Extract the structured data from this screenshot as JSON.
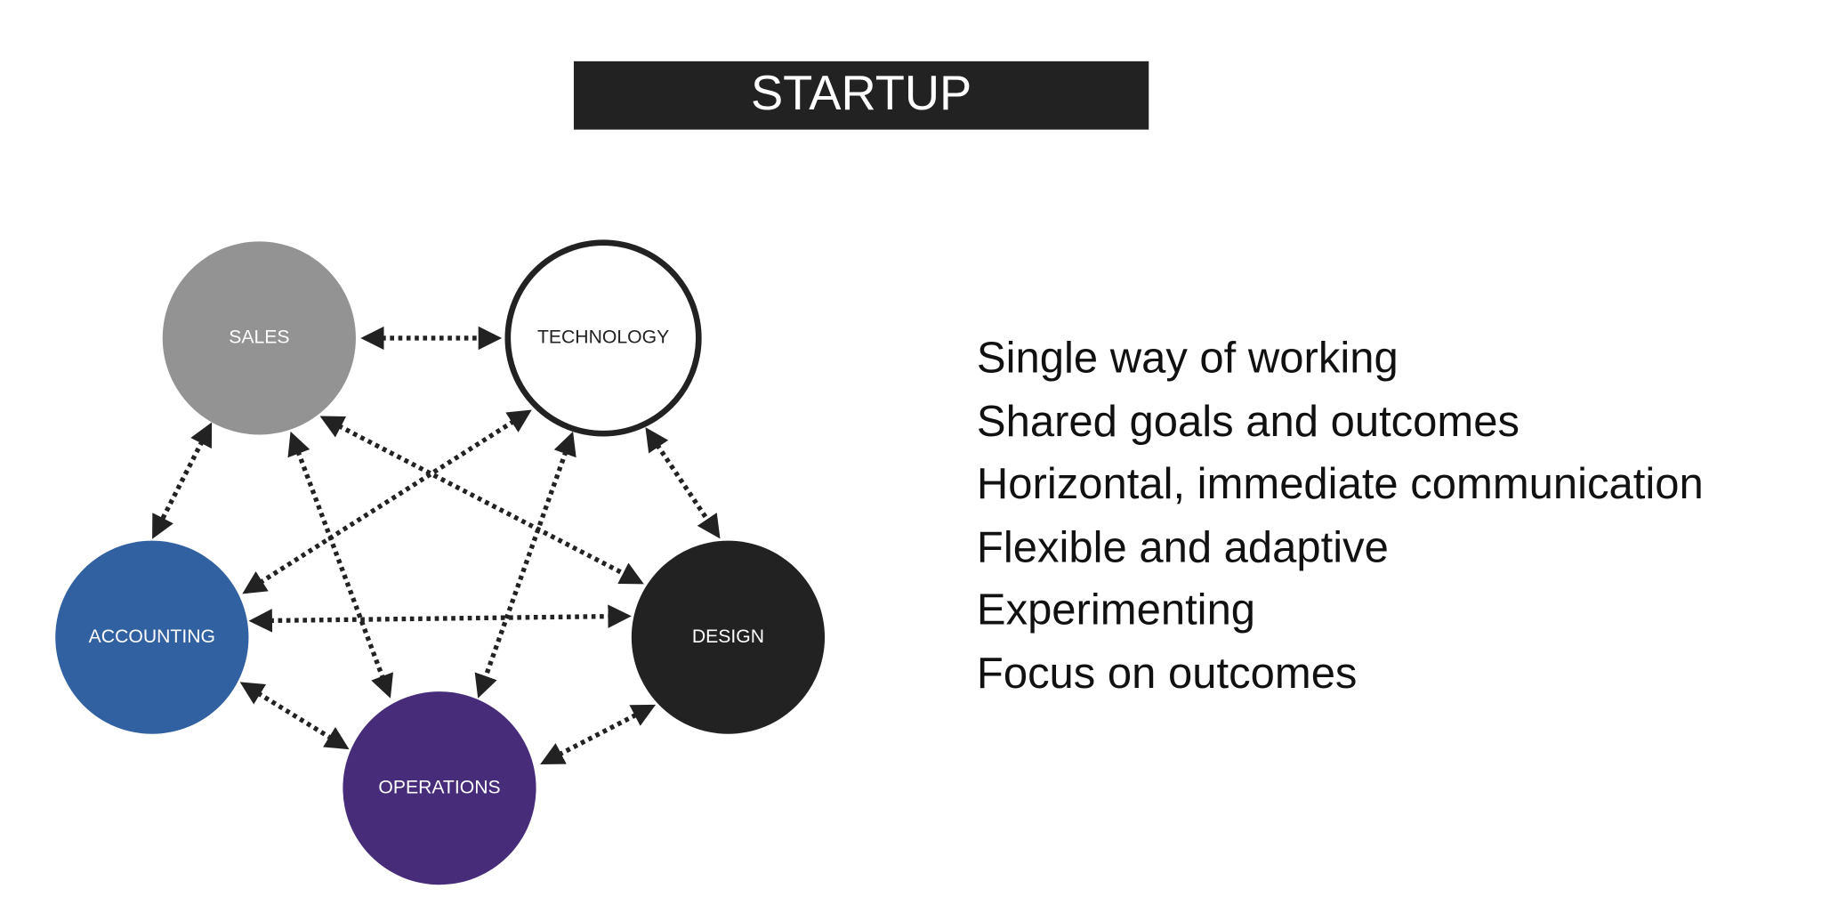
{
  "title": "STARTUP",
  "colors": {
    "title_bg": "#222222",
    "sales": "#939393",
    "technology": "#ffffff",
    "accounting": "#3161a1",
    "design": "#222222",
    "operations": "#472c7a",
    "arrow": "#222222"
  },
  "nodes": {
    "sales": "SALES",
    "technology": "TECHNOLOGY",
    "accounting": "ACCOUNTING",
    "design": "DESIGN",
    "operations": "OPERATIONS"
  },
  "edges": [
    [
      "SALES",
      "TECHNOLOGY"
    ],
    [
      "SALES",
      "ACCOUNTING"
    ],
    [
      "SALES",
      "DESIGN"
    ],
    [
      "SALES",
      "OPERATIONS"
    ],
    [
      "TECHNOLOGY",
      "ACCOUNTING"
    ],
    [
      "TECHNOLOGY",
      "OPERATIONS"
    ],
    [
      "TECHNOLOGY",
      "DESIGN"
    ],
    [
      "ACCOUNTING",
      "DESIGN"
    ],
    [
      "ACCOUNTING",
      "OPERATIONS"
    ],
    [
      "OPERATIONS",
      "DESIGN"
    ]
  ],
  "traits": [
    "Single way of working",
    "Shared goals and outcomes",
    "Horizontal, immediate communication",
    "Flexible and adaptive",
    "Experimenting",
    "Focus on outcomes"
  ]
}
